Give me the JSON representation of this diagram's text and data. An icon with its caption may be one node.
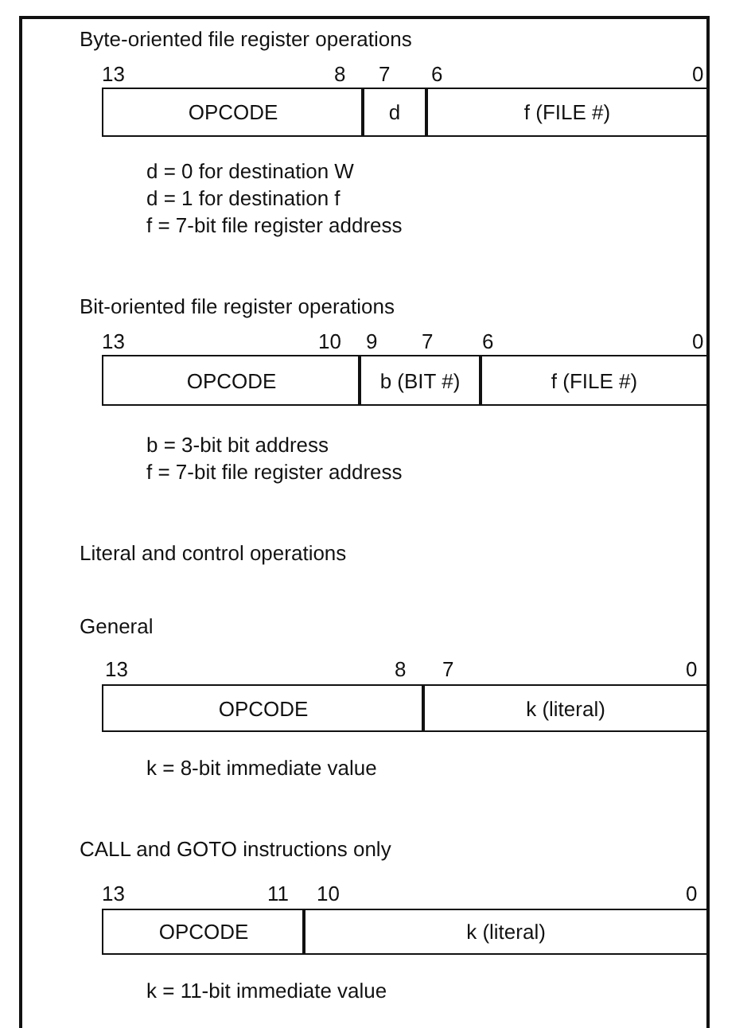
{
  "diagram": {
    "nodes": [
      {
        "text": [
          "OPCODE"
        ]
      },
      {
        "text": [
          "d"
        ]
      },
      {
        "text": [
          "f (FILE #)"
        ]
      },
      {
        "text": [
          "OPCODE"
        ]
      },
      {
        "text": [
          "b (BIT #)"
        ]
      },
      {
        "text": [
          "f (FILE #)"
        ]
      },
      {
        "text": [
          "OPCODE"
        ]
      },
      {
        "text": [
          "k (literal)"
        ]
      },
      {
        "text": [
          "OPCODE"
        ]
      },
      {
        "text": [
          "k (literal)"
        ]
      }
    ],
    "edges": [],
    "labels": [
      "Byte-oriented file register operations",
      "13",
      "8",
      "7",
      "6",
      "0",
      "d = 0 for destination W",
      "d = 1 for destination f",
      "f = 7-bit file register address",
      "Bit-oriented file register operations",
      "13",
      "10",
      "9",
      "7",
      "6",
      "0",
      "b = 3-bit bit address",
      "f = 7-bit file register address",
      "Literal and control operations",
      "General",
      "13",
      "8",
      "7",
      "0",
      "k = 8-bit immediate value",
      "CALL and GOTO instructions only",
      "13",
      "11",
      "10",
      "0",
      "k = 11-bit immediate value"
    ]
  }
}
